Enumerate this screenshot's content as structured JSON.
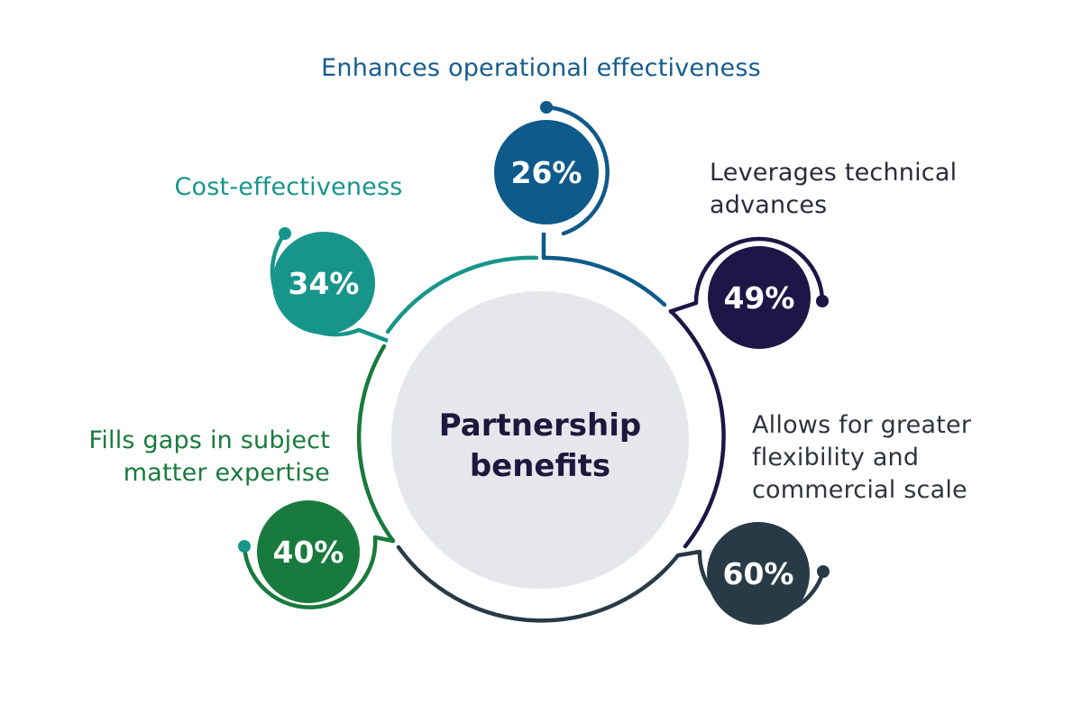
{
  "center": {
    "line1": "Partnership",
    "line2": "benefits"
  },
  "benefits": [
    {
      "id": "operational",
      "label_lines": [
        "Enhances operational effectiveness"
      ],
      "percent": "26%",
      "value": 26,
      "color": "#0e5a8a"
    },
    {
      "id": "technical",
      "label_lines": [
        "Leverages technical",
        "advances"
      ],
      "percent": "49%",
      "value": 49,
      "color": "#1e1646"
    },
    {
      "id": "flexibility",
      "label_lines": [
        "Allows for greater",
        "flexibility and",
        "commercial scale"
      ],
      "percent": "60%",
      "value": 60,
      "color": "#283a45"
    },
    {
      "id": "expertise",
      "label_lines": [
        "Fills gaps in subject",
        "matter expertise"
      ],
      "percent": "40%",
      "value": 40,
      "color": "#187a3c"
    },
    {
      "id": "cost",
      "label_lines": [
        "Cost-effectiveness"
      ],
      "percent": "34%",
      "value": 34,
      "color": "#17958a"
    }
  ],
  "colors": {
    "center_fill": "#e6e7ea",
    "label_operational": "#155d8e",
    "label_cost": "#17958a",
    "label_expertise": "#187a3c",
    "label_technical": "#2a2a3e",
    "label_flexibility": "#2e3440"
  }
}
